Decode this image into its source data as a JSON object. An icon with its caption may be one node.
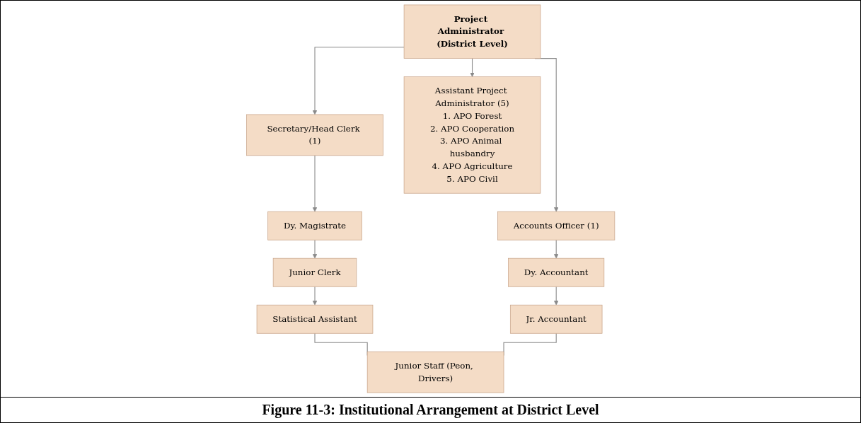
{
  "diagram": {
    "caption": "Figure 11-3: Institutional Arrangement at District Level",
    "nodes": [
      {
        "text": [
          "Project Administrator (District Level)"
        ]
      },
      {
        "text": [
          "Secretary/Head Clerk (1)"
        ]
      },
      {
        "text": [
          "Assistant Project Administrator (5)",
          "1. APO Forest",
          "2. APO Cooperation",
          "3. APO Animal husbandry",
          "4. APO Agriculture",
          "5. APO Civil"
        ]
      },
      {
        "text": [
          "Accounts Officer (1)"
        ]
      },
      {
        "text": [
          "Dy. Magistrate"
        ]
      },
      {
        "text": [
          "Junior Clerk"
        ]
      },
      {
        "text": [
          "Statistical Assistant"
        ]
      },
      {
        "text": [
          "Dy. Accountant"
        ]
      },
      {
        "text": [
          "Jr. Accountant"
        ]
      },
      {
        "text": [
          "Junior Staff (Peon, Drivers)"
        ]
      }
    ],
    "edges": [
      {
        "from": 0,
        "to": 1,
        "arrow": "to"
      },
      {
        "from": 0,
        "to": 2,
        "arrow": "to"
      },
      {
        "from": 0,
        "to": 3,
        "arrow": "to"
      },
      {
        "from": 1,
        "to": 4,
        "arrow": "to"
      },
      {
        "from": 4,
        "to": 5,
        "arrow": "to"
      },
      {
        "from": 5,
        "to": 6,
        "arrow": "to"
      },
      {
        "from": 3,
        "to": 7,
        "arrow": "to"
      },
      {
        "from": 7,
        "to": 8,
        "arrow": "to"
      },
      {
        "from": 6,
        "to": 9,
        "arrow": "none"
      },
      {
        "from": 8,
        "to": 9,
        "arrow": "none"
      }
    ]
  }
}
